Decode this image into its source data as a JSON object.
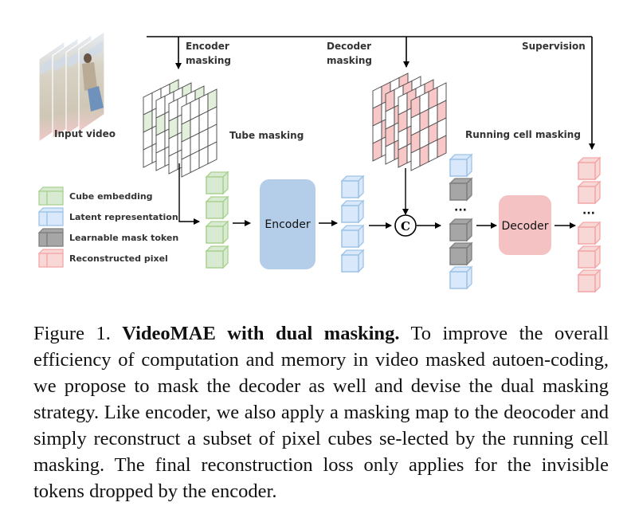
{
  "figure": {
    "labels": {
      "input_video": "Input video",
      "encoder_masking_1": "Encoder",
      "encoder_masking_2": "masking",
      "decoder_masking_1": "Decoder",
      "decoder_masking_2": "masking",
      "supervision": "Supervision",
      "tube_masking": "Tube masking",
      "running_cell_masking": "Running cell masking",
      "encoder_block": "Encoder",
      "decoder_block": "Decoder",
      "concat_symbol": "C",
      "ellipsis": "···"
    },
    "legend": [
      {
        "label": "Cube embedding",
        "color": "green"
      },
      {
        "label": "Latent representation",
        "color": "blue"
      },
      {
        "label": "Learnable mask token",
        "color": "gray"
      },
      {
        "label": "Reconstructed pixel",
        "color": "red"
      }
    ],
    "colors": {
      "green_fill": "#d9ead3",
      "green_stroke": "#a9d18e",
      "blue_fill": "#dae8fc",
      "blue_stroke": "#9dc3e6",
      "gray_fill": "#a6a6a6",
      "gray_stroke": "#7f7f7f",
      "red_fill": "#f8d7d7",
      "red_stroke": "#f4a6a6",
      "encoder_fill": "#b4cde8",
      "decoder_fill": "#f4c2c2",
      "tube_mask_cell": "#e2efda",
      "running_mask_cell": "#f8c8c8"
    },
    "sequences": {
      "encoder_input": [
        "green",
        "green",
        "green",
        "green"
      ],
      "encoder_output": [
        "blue",
        "blue",
        "blue",
        "blue"
      ],
      "decoder_input": [
        "blue",
        "gray",
        "dots",
        "gray",
        "gray",
        "blue"
      ],
      "decoder_output": [
        "red",
        "red",
        "dots",
        "red",
        "red",
        "red"
      ]
    }
  },
  "caption": {
    "prefix": "Figure 1. ",
    "title": "VideoMAE with dual masking.",
    "body": " To improve the overall efficiency of computation and memory in video masked autoen-coding, we propose to mask the decoder as well and devise the dual masking strategy. Like encoder, we also apply a masking map to the deocoder and simply reconstruct a subset of pixel cubes se-lected by the running cell masking. The final reconstruction loss only applies for the invisible tokens dropped by the encoder."
  }
}
